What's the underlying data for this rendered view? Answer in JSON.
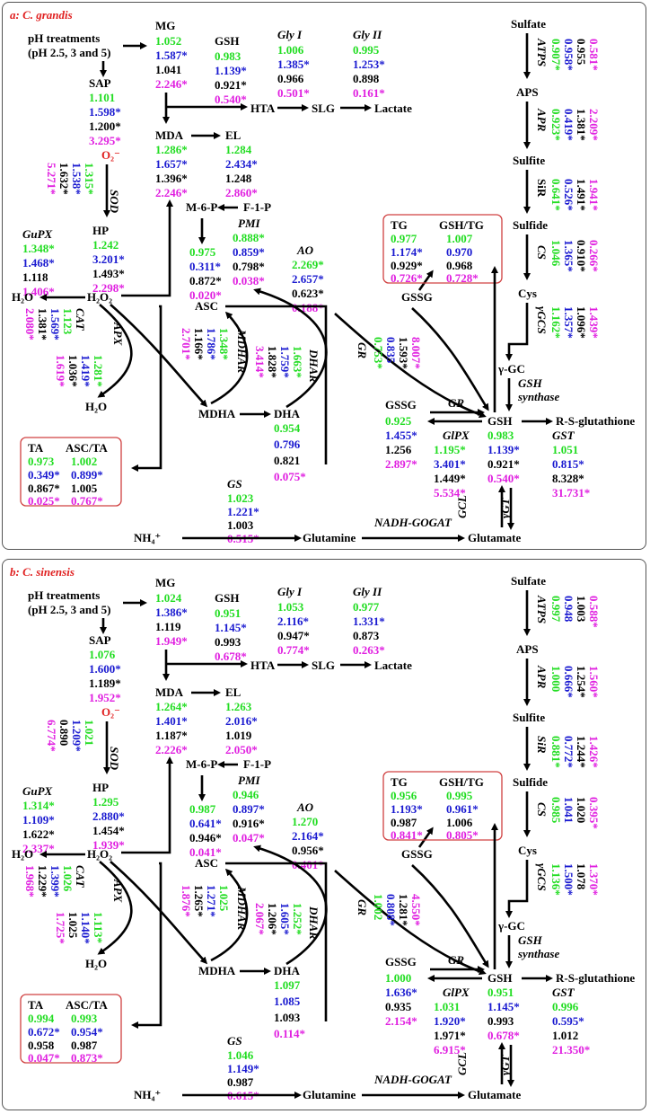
{
  "panels": [
    {
      "label": "a: C. grandis",
      "ph": [
        "pH treatments",
        "(pH 2.5, 3 and 5)"
      ],
      "compounds": {
        "mg": "MG",
        "gsh_top": "GSH",
        "hta": "HTA",
        "slg": "SLG",
        "lactate": "Lactate",
        "sap": "SAP",
        "o2": "O₂⁻",
        "mda": "MDA",
        "el": "EL",
        "m6p": "M-6-P",
        "f1p": "F-1-P",
        "hp": "HP",
        "h2o2": "H₂O₂",
        "h2o_a": "H₂O",
        "h2o_b": "H₂O",
        "asc": "ASC",
        "mdha": "MDHA",
        "dha": "DHA",
        "gssg_a": "GSSG",
        "gssg_b": "GSSG",
        "gsh": "GSH",
        "rsg": "R-S-glutathione",
        "ggc": "γ-GC",
        "glutamate": "Glutamate",
        "glutamine": "Glutamine",
        "nh4": "NH₄⁺",
        "sulfate": "Sulfate",
        "aps": "APS",
        "sulfite": "Sulfite",
        "sulfide": "Sulfide",
        "cys": "Cys",
        "gsh_synthase_1": "GSH",
        "gsh_synthase_2": "synthase"
      },
      "enzymes": {
        "glyi": "Gly I",
        "glyii": "Gly II",
        "sod": "SOD",
        "gupx": "GuPX",
        "cat": "CAT",
        "apx": "APX",
        "pmi": "PMI",
        "ao": "AO",
        "mdhar": "MDHAR",
        "dhar": "DHAR",
        "gr_a": "GR",
        "gr_b": "GR",
        "glpx": "GlPX",
        "gst": "GST",
        "gs": "GS",
        "gogat": "NADH-GOGAT",
        "gcl": "GCL",
        "ggt": "γGT",
        "atps": "ATPS",
        "apr": "APR",
        "sir": "SiR",
        "cs": "CS",
        "ggcs": "γGCS"
      },
      "values": {
        "mg": [
          "1.052",
          "1.587*",
          "1.041",
          "2.246*"
        ],
        "gsh_top": [
          "0.983",
          "1.139*",
          "0.921*",
          "0.540*"
        ],
        "glyi": [
          "1.006",
          "1.385*",
          "0.966",
          "0.501*"
        ],
        "glyii": [
          "0.995",
          "1.253*",
          "0.898",
          "0.161*"
        ],
        "sap": [
          "1.101",
          "1.598*",
          "1.200*",
          "3.295*"
        ],
        "mda": [
          "1.286*",
          "1.657*",
          "1.396*",
          "2.246*"
        ],
        "el": [
          "1.284",
          "2.434*",
          "1.248",
          "2.860*"
        ],
        "sod": [
          "1.315*",
          "1.538*",
          "1.632*",
          "5.271*"
        ],
        "hp": [
          "1.242",
          "3.201*",
          "1.493*",
          "2.298*"
        ],
        "gupx": [
          "1.348*",
          "1.468*",
          "1.118",
          "1.406*"
        ],
        "pmi": [
          "0.888*",
          "0.859*",
          "0.798*",
          "0.038*"
        ],
        "m6p": [
          "0.975",
          "0.311*",
          "0.872*",
          "0.020*"
        ],
        "ao": [
          "2.269*",
          "2.657*",
          "0.623*",
          "0.188*"
        ],
        "cat": [
          "1.123",
          "1.569*",
          "1.381*",
          "2.080*"
        ],
        "apx": [
          "1.281*",
          "1.419*",
          "1.036*",
          "1.619*"
        ],
        "mdhar": [
          "1.348*",
          "1.786*",
          "1.166*",
          "2.701*"
        ],
        "dhar": [
          "1.663*",
          "1.759*",
          "1.828*",
          "3.414*"
        ],
        "gr_a": [
          "0.753*",
          "0.835",
          "1.593*",
          "8.007*"
        ],
        "dha": [
          "0.954",
          "0.796",
          "0.821",
          "0.075*"
        ],
        "gssg_b": [
          "0.925",
          "1.455*",
          "1.256",
          "2.897*"
        ],
        "glpx": [
          "1.195*",
          "3.401*",
          "1.449*",
          "5.534*"
        ],
        "gsh": [
          "0.983",
          "1.139*",
          "0.921*",
          "0.540*"
        ],
        "gst": [
          "1.051",
          "0.815*",
          "8.328*",
          "31.731*"
        ],
        "gs": [
          "1.023",
          "1.221*",
          "1.003",
          "0.515*"
        ],
        "atps": [
          "0.907*",
          "0.958*",
          "0.955",
          "0.581*"
        ],
        "apr": [
          "0.923*",
          "0.419*",
          "1.381*",
          "2.209*"
        ],
        "sir": [
          "0.641*",
          "0.526*",
          "1.491*",
          "1.941*"
        ],
        "cs": [
          "1.046",
          "1.365*",
          "0.910*",
          "0.266*"
        ],
        "ggcs": [
          "1.162*",
          "1.357*",
          "1.096*",
          "1.439*"
        ],
        "ta_box": {
          "h1": "TA",
          "h2": "ASC/TA",
          "c1": [
            "0.973",
            "0.349*",
            "0.867*",
            "0.025*"
          ],
          "c2": [
            "1.002",
            "0.899*",
            "1.005",
            "0.767*"
          ]
        },
        "tg_box": {
          "h1": "TG",
          "h2": "GSH/TG",
          "c1": [
            "0.977",
            "1.174*",
            "0.929*",
            "0.726*"
          ],
          "c2": [
            "1.007",
            "0.970",
            "0.968",
            "0.728*"
          ]
        }
      }
    },
    {
      "label": "b: C. sinensis",
      "ph": [
        "pH treatments",
        "(pH 2.5, 3 and 5)"
      ],
      "compounds": {
        "mg": "MG",
        "gsh_top": "GSH",
        "hta": "HTA",
        "slg": "SLG",
        "lactate": "Lactate",
        "sap": "SAP",
        "o2": "O₂⁻",
        "mda": "MDA",
        "el": "EL",
        "m6p": "M-6-P",
        "f1p": "F-1-P",
        "hp": "HP",
        "h2o2": "H₂O₂",
        "h2o_a": "H₂O",
        "h2o_b": "H₂O",
        "asc": "ASC",
        "mdha": "MDHA",
        "dha": "DHA",
        "gssg_a": "GSSG",
        "gssg_b": "GSSG",
        "gsh": "GSH",
        "rsg": "R-S-glutathione",
        "ggc": "γ-GC",
        "glutamate": "Glutamate",
        "glutamine": "Glutamine",
        "nh4": "NH₄⁺",
        "sulfate": "Sulfate",
        "aps": "APS",
        "sulfite": "Sulfite",
        "sulfide": "Sulfide",
        "cys": "Cys",
        "gsh_synthase_1": "GSH",
        "gsh_synthase_2": "synthase"
      },
      "enzymes": {
        "glyi": "Gly I",
        "glyii": "Gly II",
        "sod": "SOD",
        "gupx": "GuPX",
        "cat": "CAT",
        "apx": "APX",
        "pmi": "PMI",
        "ao": "AO",
        "mdhar": "MDHAR",
        "dhar": "DHAR",
        "gr_a": "GR",
        "gr_b": "GR",
        "glpx": "GlPX",
        "gst": "GST",
        "gs": "GS",
        "gogat": "NADH-GOGAT",
        "gcl": "GCL",
        "ggt": "γGT",
        "atps": "ATPS",
        "apr": "APR",
        "sir": "SiR",
        "cs": "CS",
        "ggcs": "γGCS"
      },
      "values": {
        "mg": [
          "1.024",
          "1.386*",
          "1.119",
          "1.949*"
        ],
        "gsh_top": [
          "0.951",
          "1.145*",
          "0.993",
          "0.678*"
        ],
        "glyi": [
          "1.053",
          "2.116*",
          "0.947*",
          "0.774*"
        ],
        "glyii": [
          "0.977",
          "1.331*",
          "0.873",
          "0.263*"
        ],
        "sap": [
          "1.076",
          "1.600*",
          "1.189*",
          "1.952*"
        ],
        "mda": [
          "1.264*",
          "1.401*",
          "1.187*",
          "2.226*"
        ],
        "el": [
          "1.263",
          "2.016*",
          "1.019",
          "2.050*"
        ],
        "sod": [
          "1.021",
          "1.209*",
          "0.890",
          "6.774*"
        ],
        "hp": [
          "1.295",
          "2.880*",
          "1.454*",
          "1.939*"
        ],
        "gupx": [
          "1.314*",
          "1.109*",
          "1.622*",
          "2.337*"
        ],
        "pmi": [
          "0.946",
          "0.897*",
          "0.916*",
          "0.047*"
        ],
        "m6p": [
          "0.987",
          "0.641*",
          "0.946*",
          "0.041*"
        ],
        "ao": [
          "1.270",
          "2.164*",
          "0.956*",
          "0.401*"
        ],
        "cat": [
          "1.026",
          "1.399*",
          "1.229*",
          "1.968*"
        ],
        "apx": [
          "1.113*",
          "1.140*",
          "1.025",
          "1.725*"
        ],
        "mdhar": [
          "1.025",
          "1.271*",
          "1.265*",
          "1.876*"
        ],
        "dhar": [
          "1.252*",
          "1.605*",
          "1.206*",
          "2.067*"
        ],
        "gr_a": [
          "1.002",
          "0.808*",
          "1.281*",
          "4.550*"
        ],
        "dha": [
          "1.097",
          "1.085",
          "1.093",
          "0.114*"
        ],
        "gssg_b": [
          "1.000",
          "1.636*",
          "0.935",
          "2.154*"
        ],
        "glpx": [
          "1.031",
          "1.920*",
          "1.971*",
          "6.915*"
        ],
        "gsh": [
          "0.951",
          "1.145*",
          "0.993",
          "0.678*"
        ],
        "gst": [
          "0.996",
          "0.595*",
          "1.012",
          "21.350*"
        ],
        "gs": [
          "1.046",
          "1.149*",
          "0.987",
          "0.615*"
        ],
        "atps": [
          "0.997",
          "0.948",
          "1.003",
          "0.588*"
        ],
        "apr": [
          "1.000",
          "0.666*",
          "1.254*",
          "1.560*"
        ],
        "sir": [
          "0.881*",
          "0.772*",
          "1.244*",
          "1.426*"
        ],
        "cs": [
          "0.985",
          "1.041",
          "1.020",
          "0.395*"
        ],
        "ggcs": [
          "1.136*",
          "1.500*",
          "1.078",
          "1.370*"
        ],
        "ta_box": {
          "h1": "TA",
          "h2": "ASC/TA",
          "c1": [
            "0.994",
            "0.672*",
            "0.958",
            "0.047*"
          ],
          "c2": [
            "0.993",
            "0.954*",
            "0.987",
            "0.873*"
          ]
        },
        "tg_box": {
          "h1": "TG",
          "h2": "GSH/TG",
          "c1": [
            "0.956",
            "1.193*",
            "0.987",
            "0.841*"
          ],
          "c2": [
            "0.995",
            "0.961*",
            "1.006",
            "0.805*"
          ]
        }
      }
    }
  ],
  "colors": {
    "label": "#e02020",
    "green": "#22dd22",
    "blue": "#1a1ad0",
    "black": "#000000",
    "magenta": "#e020e0"
  }
}
